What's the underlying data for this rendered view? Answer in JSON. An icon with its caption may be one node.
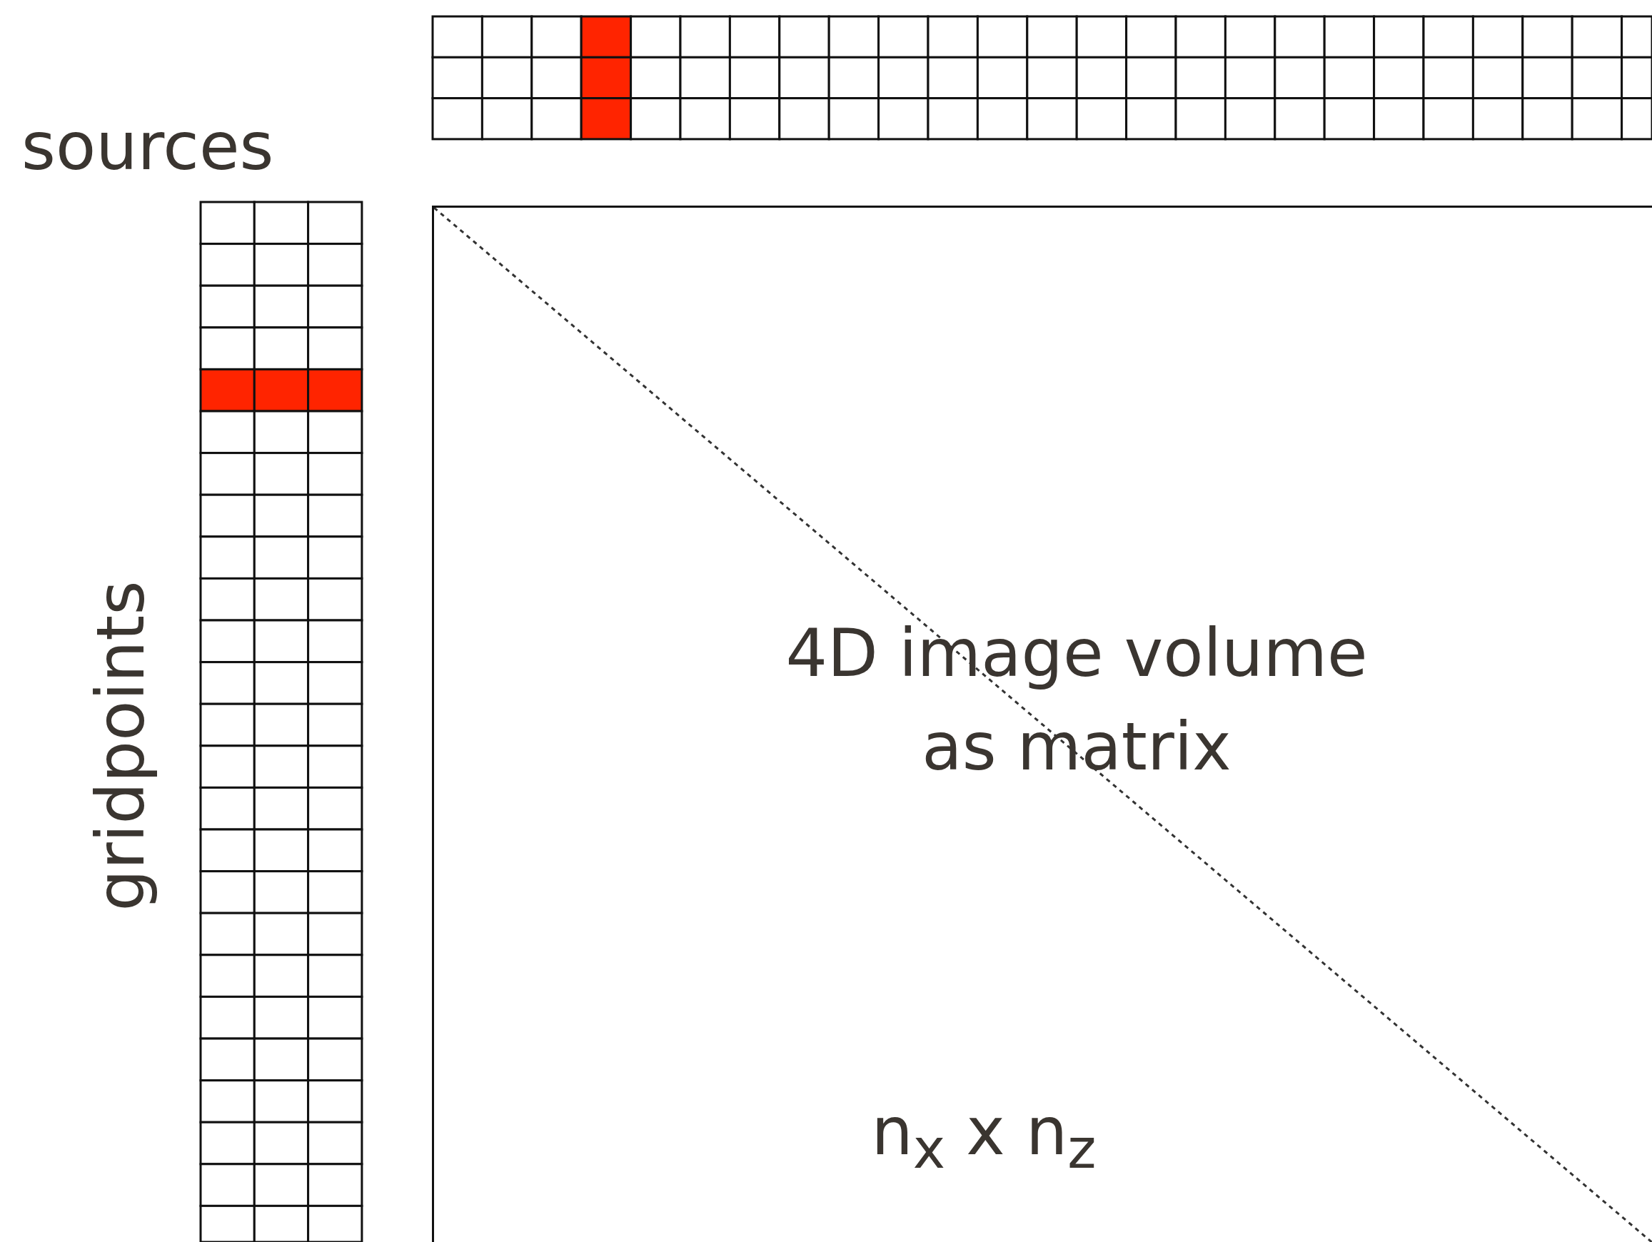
{
  "diagram": {
    "nodes": [
      {
        "text": [
          "4D image volume as matrix",
          "n$_{x}$ x n$_{z}$"
        ]
      }
    ],
    "labels": [
      "sources",
      "gridpoints"
    ]
  }
}
